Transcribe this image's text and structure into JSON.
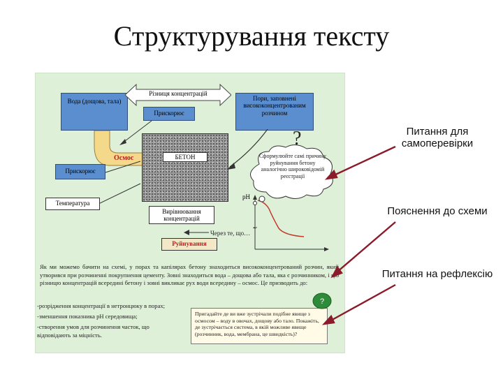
{
  "slide": {
    "title": "Структурування тексту"
  },
  "diagram": {
    "water_box": "Вода (дощова, тала)",
    "concentration_diff": "Різниця концентрацій",
    "pores_box": "Пори, заповнені висококонцентрованим розчином",
    "accelerator_top": "Прискорює",
    "osmosis": "Осмос",
    "concrete": "БЕТОН",
    "accelerator_left": "Прискорює",
    "temperature": "Температура",
    "leveling": "Вирівнювання концентрацій",
    "because": "Через те, що…",
    "destruction": "Руйнування",
    "ph_label": "pH",
    "time_label": "t",
    "question_mark": "?",
    "cloud_text": "Сформулюйте самі причину руйнування бетону аналогічно широковідомій реєстрації"
  },
  "text": {
    "paragraph": "Як ми можемо бачити на схемі, у порах та капілярах бетону знаходиться висококонцентрований розчин, який утворився при розчиненні покрупнення цементу. Зовні знаходиться вода – дощова або тала, яка є розчинником, і цю різницю концентрацій всередині бетону і зовні викликає рух води всередину – осмос. Це призводить до:",
    "bullets": [
      "-розрідження концентрації в нетронцюку в порах;",
      "-зменшення показника pH середовища;",
      "-створення умов для розчинення часток, що відповідають за міцність."
    ],
    "reflection": "Пригадайте де ви вже зустрічали подібне явище з осмосом – воду в овочах, дощову або тало. Покажіть, де зустрічається система, в якій можливе явище (розчинник, вода, мембрана, це швидкість)?"
  },
  "labels": {
    "self_check": "Питання для самоперевірки",
    "explanation": "Пояснення до схеми",
    "reflection": "Питання на рефлексію"
  },
  "colors": {
    "panel": "#dff0d8",
    "blue_box": "#5b8ecf",
    "arrow": "#8b1a2a",
    "curve": "#c0392b"
  }
}
